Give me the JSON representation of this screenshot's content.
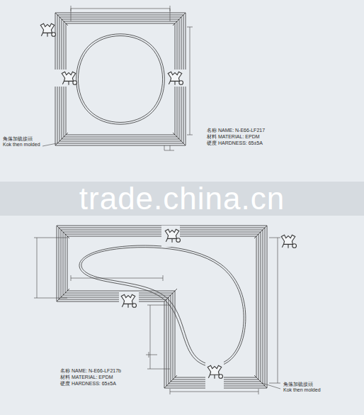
{
  "diagram": {
    "labels": [
      "角落加硫接頭 Kok then molded",
      "名称 NAME: N-E66-LF217",
      "材料 MATERIAL: EPDM",
      "硬度 HARDNESS: 65±5A",
      "trade.china.cn",
      "名称 NAME: N-E66-LF217b",
      "材料 MATERIAL: EPDM",
      "硬度 HARDNESS: 65±5A",
      "角落加硫接頭 Kok then molded"
    ]
  }
}
